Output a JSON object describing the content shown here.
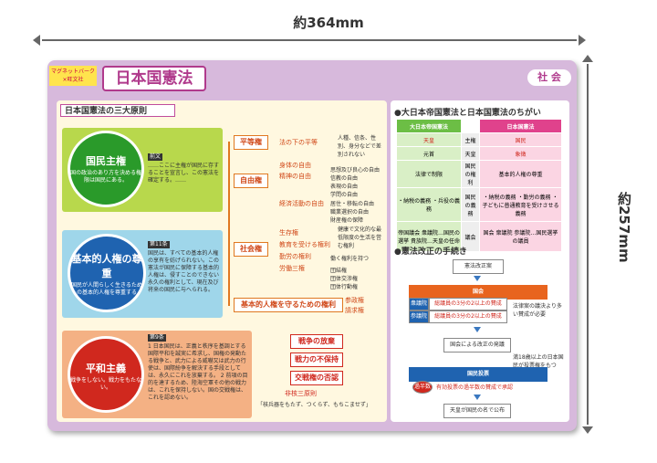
{
  "dimensions": {
    "width_label": "約364mm",
    "height_label": "約257mm"
  },
  "publisher": "マグネットバーク ×旺文社",
  "title": "日本国憲法",
  "subject": "社 会",
  "left_section": {
    "heading": "日本国憲法の三大原則",
    "principles": [
      {
        "name": "国民主権",
        "desc": "国の政治のあり方を決める権限は国民にある。",
        "tag": "前文",
        "quote": "……ここに主権が国民に存することを宣言し、この憲法を確定する。……"
      },
      {
        "name": "基本的人権の尊重",
        "desc": "国民が人間らしく生きるための基本的人権を尊重する",
        "tag": "第11条",
        "quote": "国民は、すべての基本的人権の享有を妨げられない。この憲法が国民に保障する基本的人権は、侵すことのできない永久の権利として、現在及び将来の国民に与へられる。"
      },
      {
        "name": "平和主義",
        "desc": "戦争をしない。戦力をもたない。",
        "tag": "第9条",
        "quote": "1 日本国民は、正義と秩序を基調とする国際平和を誠実に希求し、国権の発動たる戦争と、武力による威嚇又は武力の行使は、国際紛争を解決する手段としては、永久にこれを放棄する。 2 前項の目的を達するため、陸海空軍その他の戦力は、これを保持しない。国の交戦権は、これを認めない。"
      }
    ],
    "rights": [
      "平等権",
      "自由権",
      "社会権",
      "基本的人権を守るための権利"
    ],
    "rights_leaves": {
      "equal": "法の下の平等",
      "equal_note": "人種、信条、性別、身分などで差別されない",
      "freedom": [
        "身体の自由",
        "精神の自由",
        "経済活動の自由"
      ],
      "freedom_detail": [
        "思想及び良心の自由",
        "信教の自由",
        "表現の自由",
        "学問の自由",
        "居住・移転の自由",
        "職業選択の自由",
        "財産権の保障"
      ],
      "social": [
        "生存権",
        "教育を受ける権利",
        "勤労の権利",
        "労働三権"
      ],
      "social_note": "健康で文化的な最低限度の生活を営む権利",
      "labor": [
        "働く権利を持つ",
        "団結権",
        "団体交渉権",
        "団体行動権"
      ],
      "protect": [
        "参政権",
        "請求権"
      ]
    },
    "peace": [
      "戦争の放棄",
      "戦力の不保持",
      "交戦権の否認"
    ],
    "hikaku": "非核三原則",
    "hikaku_text": "「核兵器をもたず、つくらず、もちこませず」"
  },
  "right_section": {
    "compare_heading": "●大日本帝国憲法と日本国憲法のちがい",
    "compare_header": [
      "大日本帝国憲法",
      "",
      "日本国憲法"
    ],
    "compare_rows": [
      [
        "天皇",
        "主権",
        "国民"
      ],
      [
        "元首",
        "天皇",
        "象徴"
      ],
      [
        "法律で制限",
        "国民の権利",
        "基本的人権の尊重"
      ],
      [
        "・納税の義務 ・兵役の義務",
        "国民の義務",
        "・納税の義務 ・勤労の義務 ・子どもに普通教育を受けさせる義務"
      ],
      [
        "帝国議会 衆議院…国民の選挙 貴族院…天皇の任命",
        "議会",
        "国会 衆議院 参議院…国民選挙の議員"
      ]
    ],
    "amend_heading": "●憲法改正の手続き",
    "amend_steps": [
      "憲法改正案",
      "国会",
      "国会による改正の発議",
      "国民投票",
      "天皇が国民の名で公布"
    ],
    "house_labels": [
      "衆議院",
      "参議院"
    ],
    "house_text": "総議員の3分の2以上の賛成",
    "note_a": "法律案の議決より多い賛成が必要",
    "note_b": "満18歳以上の日本国民が投票権をもつ",
    "vote_note": "有効投票の過半数の賛成で承認",
    "kahan": "過半数"
  },
  "colors": {
    "board": "#d7b9dc",
    "accent": "#b03a8c",
    "orange": "#e07820",
    "red": "#d0281e",
    "green": "#2a9a2a",
    "blue": "#1f63b0"
  }
}
